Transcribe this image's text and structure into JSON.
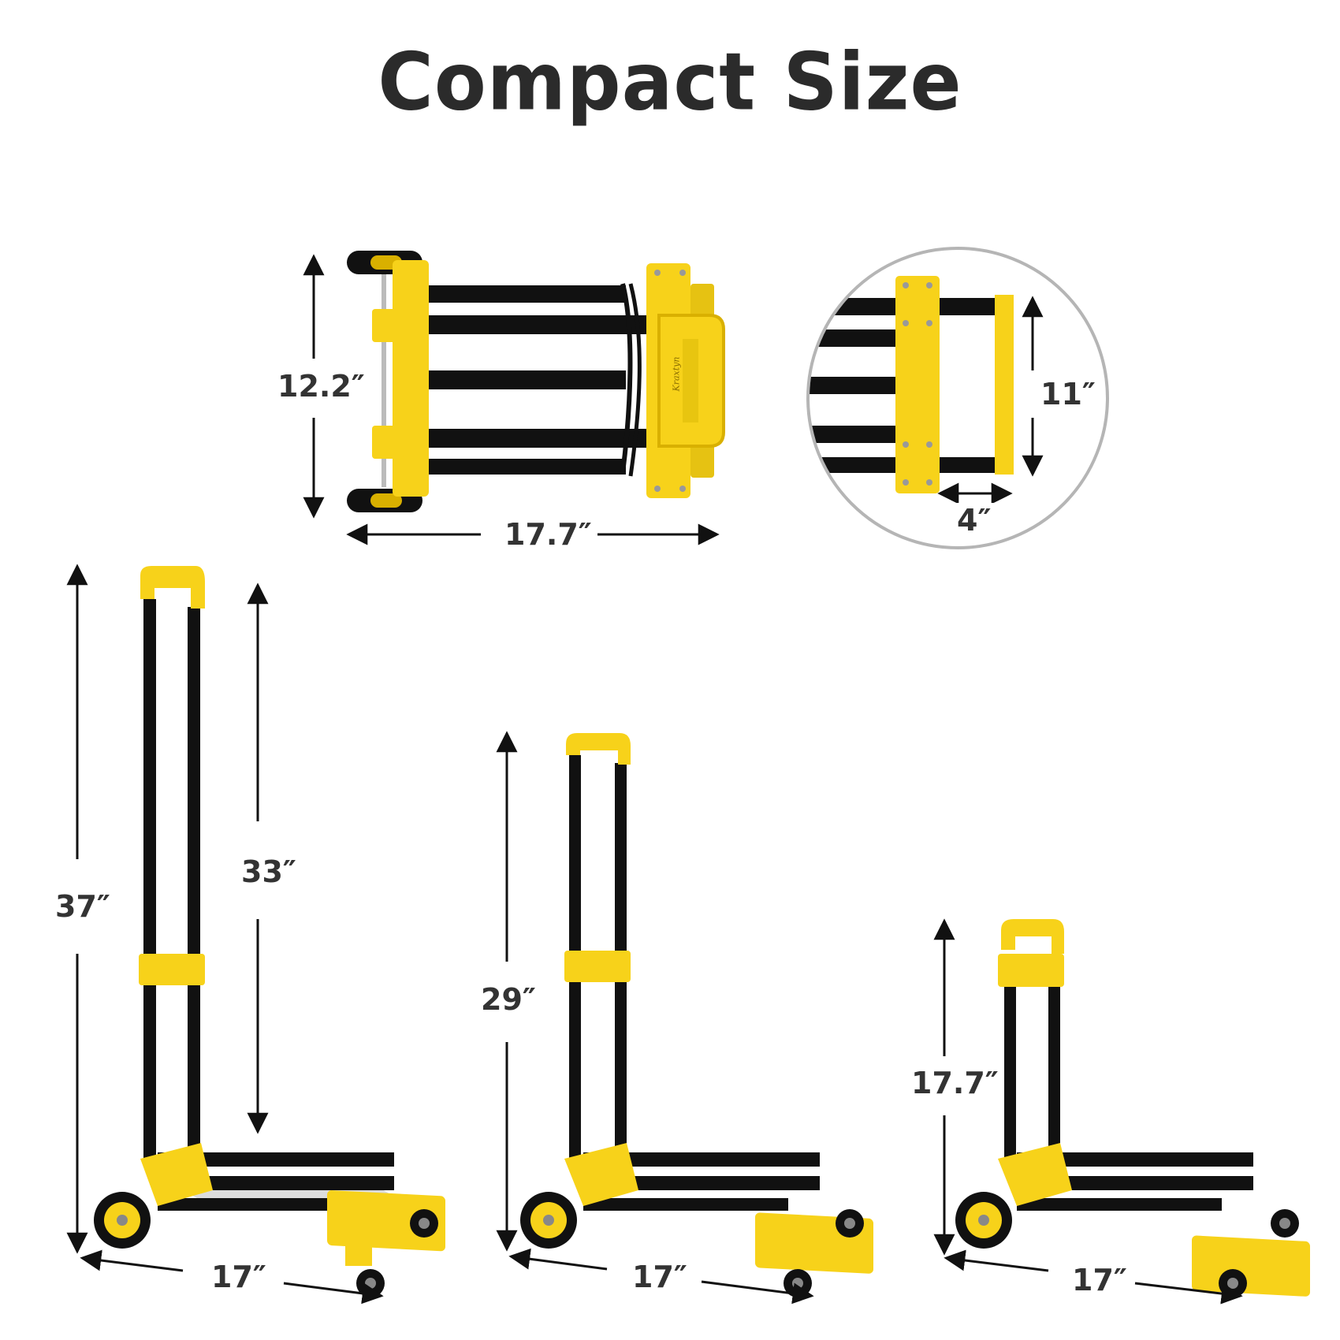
{
  "title": "Compact Size",
  "colors": {
    "yellow": "#f7d21a",
    "yellow_dark": "#d9b000",
    "black": "#1a1a1a",
    "text": "#333333",
    "circle_border": "#b5b5b5"
  },
  "dimensions": {
    "folded_height": "12.2″",
    "folded_length": "17.7″",
    "detail_height": "11″",
    "detail_depth": "4″",
    "tall_total": "37″",
    "tall_handle": "33″",
    "tall_width": "17″",
    "mid_height": "29″",
    "mid_width": "17″",
    "short_height": "17.7″",
    "short_width": "17″"
  },
  "brand_logo": "Kraxtyn"
}
